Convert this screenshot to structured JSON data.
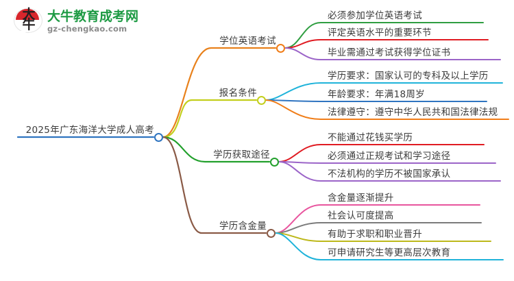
{
  "logo": {
    "mark_char_top": "大",
    "mark_char_bottom": "牛",
    "title": "大牛教育成考网",
    "url": "gz-chengkao.com",
    "brand_green": "#1d9a43",
    "brand_red": "#d8262c"
  },
  "mindmap": {
    "root": {
      "label": "2025年广东海洋大学成人高考",
      "node_color": "#2f74c0",
      "underline_color": "#2f74c0"
    },
    "branches": [
      {
        "label": "学位英语考试",
        "branch_color": "#e8811c",
        "node_color": "#f07d18",
        "children": [
          {
            "label": "必须参加学位英语考试",
            "color": "#2f9e41"
          },
          {
            "label": "评定英语水平的重要环节",
            "color": "#e01b22"
          },
          {
            "label": "毕业需通过考试获得学位证书",
            "color": "#9b64c8"
          }
        ]
      },
      {
        "label": "报名条件",
        "branch_color": "#c3cf1d",
        "node_color": "#c3cf1d",
        "children": [
          {
            "label": "学历要求：国家认可的专科及以上学历",
            "color": "#1fb3da"
          },
          {
            "label": "年龄要求：年满18周岁",
            "color": "#2f74c0"
          },
          {
            "label": "法律遵守：遵守中华人民共和国法律法规",
            "color": "#f07d18"
          }
        ]
      },
      {
        "label": "学历获取途径",
        "branch_color": "#22a02c",
        "node_color": "#22a02c",
        "children": [
          {
            "label": "不能通过花钱买学历",
            "color": "#e01b22"
          },
          {
            "label": "必须通过正规考试和学习途径",
            "color": "#9b64c8"
          },
          {
            "label": "不法机构的学历不被国家承认",
            "color": "#9b64c8"
          }
        ]
      },
      {
        "label": "学历含金量",
        "branch_color": "#8a5a46",
        "node_color": "#8a5a46",
        "children": [
          {
            "label": "含金量逐渐提升",
            "color": "#e8559e"
          },
          {
            "label": "社会认可度提高",
            "color": "#7b7b7b"
          },
          {
            "label": "有助于求职和职业晋升",
            "color": "#bdb81a"
          },
          {
            "label": "可申请研究生等更高层次教育",
            "color": "#1fb3da"
          }
        ]
      }
    ]
  }
}
